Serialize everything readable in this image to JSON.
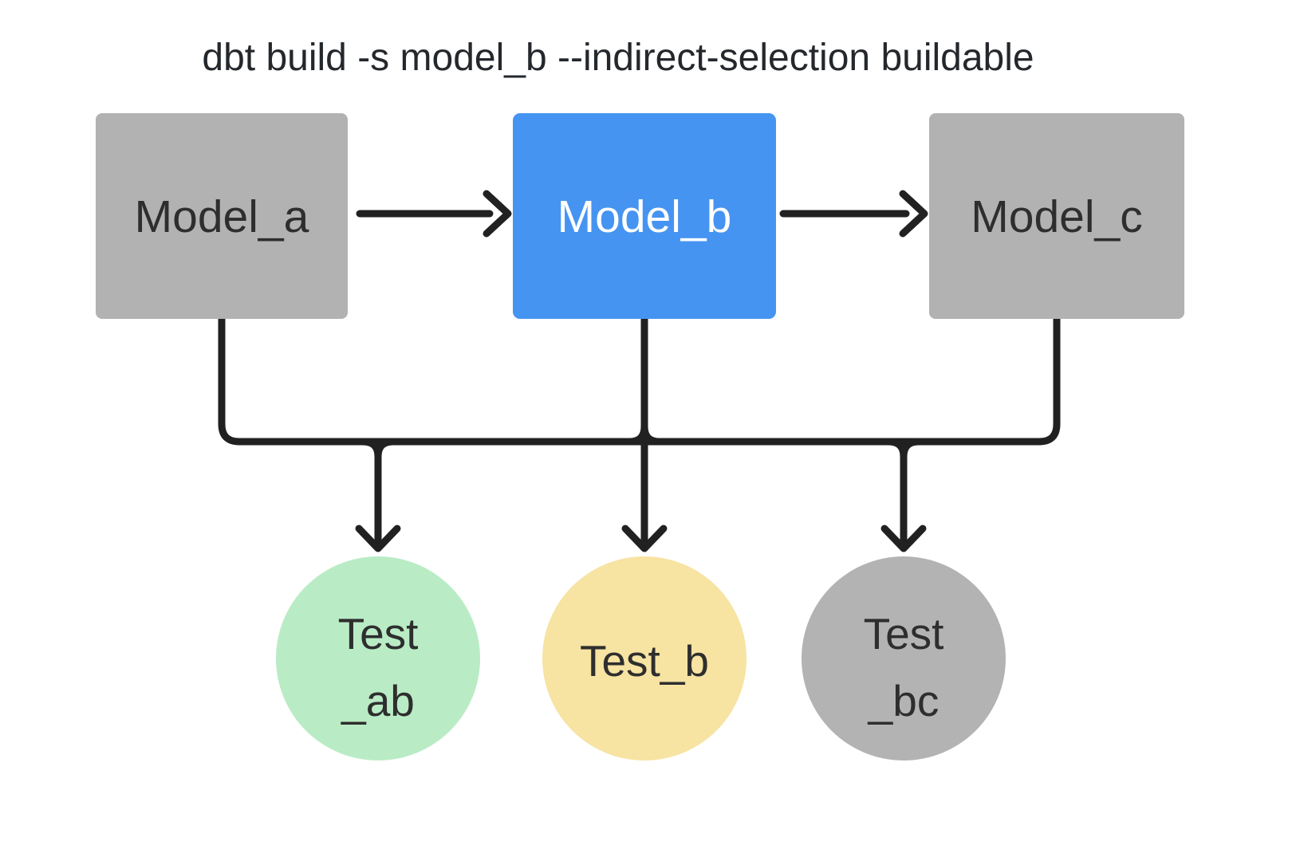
{
  "title": "dbt build -s model_b --indirect-selection buildable",
  "colors": {
    "background": "#ffffff",
    "edge": "#212121",
    "title_text": "#24282c",
    "text_dark": "#2e2e2e",
    "text_light": "#ffffff",
    "model_default": "#b2b2b2",
    "model_selected": "#4694f1",
    "test_included_green": "#b9ecc5",
    "test_included_yellow": "#f7e3a2",
    "test_excluded_gray": "#b3b3b3"
  },
  "nodes": {
    "model_a": {
      "label": "Model_a",
      "type": "model"
    },
    "model_b": {
      "label": "Model_b",
      "type": "model",
      "selected": true
    },
    "model_c": {
      "label": "Model_c",
      "type": "model"
    },
    "test_ab": {
      "label": "Test _ab",
      "line1": "Test",
      "line2": "_ab",
      "type": "test"
    },
    "test_b": {
      "label": "Test_b",
      "type": "test"
    },
    "test_bc": {
      "label": "Test _bc",
      "line1": "Test",
      "line2": "_bc",
      "type": "test"
    }
  },
  "edges": [
    {
      "from": "model_a",
      "to": "model_b"
    },
    {
      "from": "model_b",
      "to": "model_c"
    },
    {
      "from": "model_a",
      "to": "test_ab"
    },
    {
      "from": "model_b",
      "to": "test_ab"
    },
    {
      "from": "model_b",
      "to": "test_b"
    },
    {
      "from": "model_b",
      "to": "test_bc"
    },
    {
      "from": "model_c",
      "to": "test_bc"
    }
  ]
}
